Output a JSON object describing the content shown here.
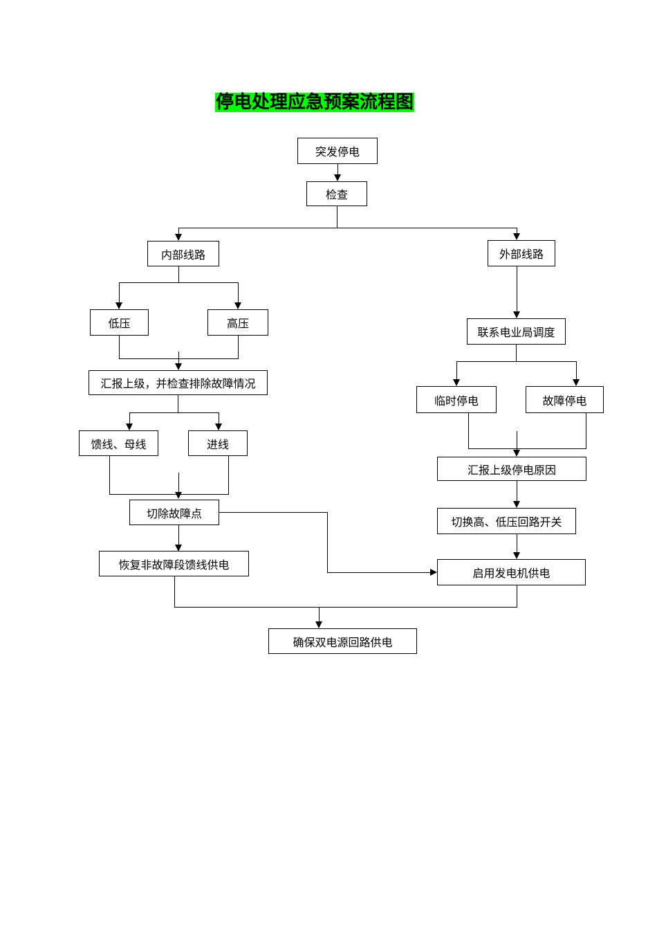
{
  "page": {
    "title": "停电处理应急预案流程图",
    "title_highlight_color": "#00ff00",
    "background_color": "#ffffff",
    "line_color": "#000000"
  },
  "nodes": {
    "sudden_outage": "突发停电",
    "inspect": "检查",
    "internal_line": "内部线路",
    "external_line": "外部线路",
    "low_voltage": "低压",
    "high_voltage": "高压",
    "report_and_check": "汇报上级，并检查排除故障情况",
    "feeder_busbar": "馈线、母线",
    "incoming_line": "进线",
    "cut_fault_point": "切除故障点",
    "restore_feeder_supply": "恢复非故障段馈线供电",
    "contact_power_bureau": "联系电业局调度",
    "temporary_outage": "临时停电",
    "fault_outage": "故障停电",
    "report_outage_cause": "汇报上级停电原因",
    "switch_circuit_breakers": "切换高、低压回路开关",
    "start_generator": "启用发电机供电",
    "ensure_dual_supply": "确保双电源回路供电"
  },
  "edges": [
    {
      "from": "sudden_outage",
      "to": "inspect"
    },
    {
      "from": "inspect",
      "to": "internal_line"
    },
    {
      "from": "inspect",
      "to": "external_line"
    },
    {
      "from": "internal_line",
      "to": "low_voltage"
    },
    {
      "from": "internal_line",
      "to": "high_voltage"
    },
    {
      "from": "low_voltage",
      "to": "report_and_check"
    },
    {
      "from": "high_voltage",
      "to": "report_and_check"
    },
    {
      "from": "report_and_check",
      "to": "feeder_busbar"
    },
    {
      "from": "report_and_check",
      "to": "incoming_line"
    },
    {
      "from": "feeder_busbar",
      "to": "cut_fault_point"
    },
    {
      "from": "incoming_line",
      "to": "cut_fault_point"
    },
    {
      "from": "cut_fault_point",
      "to": "restore_feeder_supply"
    },
    {
      "from": "cut_fault_point",
      "to": "start_generator"
    },
    {
      "from": "restore_feeder_supply",
      "to": "ensure_dual_supply"
    },
    {
      "from": "external_line",
      "to": "contact_power_bureau"
    },
    {
      "from": "contact_power_bureau",
      "to": "temporary_outage"
    },
    {
      "from": "contact_power_bureau",
      "to": "fault_outage"
    },
    {
      "from": "temporary_outage",
      "to": "report_outage_cause"
    },
    {
      "from": "fault_outage",
      "to": "report_outage_cause"
    },
    {
      "from": "report_outage_cause",
      "to": "switch_circuit_breakers"
    },
    {
      "from": "switch_circuit_breakers",
      "to": "start_generator"
    },
    {
      "from": "start_generator",
      "to": "ensure_dual_supply"
    }
  ]
}
